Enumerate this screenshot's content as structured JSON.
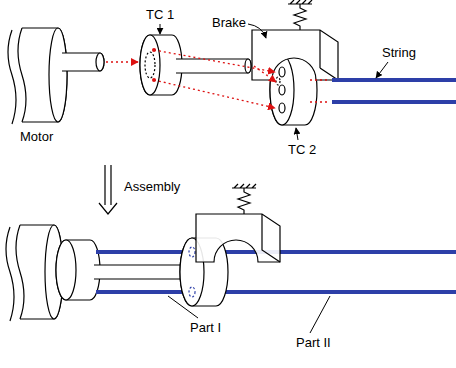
{
  "diagram": {
    "labels": [
      "TC 1",
      "Brake",
      "String",
      "Motor",
      "TC 2",
      "Assembly",
      "Part I",
      "Part II"
    ]
  }
}
